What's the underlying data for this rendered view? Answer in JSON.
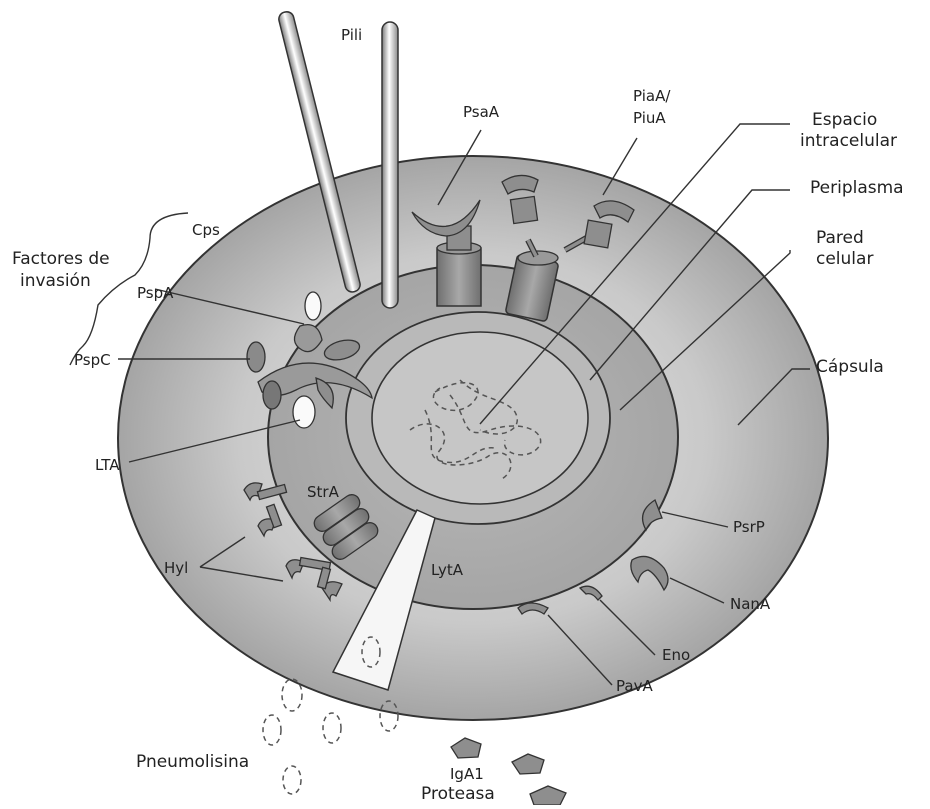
{
  "labels": {
    "pili": "Pili",
    "psaa": "PsaA",
    "piaa_line1": "PiaA/",
    "piaa_line2": "PiuA",
    "espacio_line1": "Espacio",
    "espacio_line2": "intracelular",
    "periplasma": "Periplasma",
    "pared_line1": "Pared",
    "pared_line2": "celular",
    "capsula": "Cápsula",
    "factores_line1": "Factores de",
    "factores_line2": "invasión",
    "cps": "Cps",
    "pspa": "PspA",
    "pspc": "PspC",
    "lta": "LTA",
    "stra": "StrA",
    "hyl": "Hyl",
    "lyta": "LytA",
    "psrp": "PsrP",
    "nana": "NanA",
    "eno": "Eno",
    "pava": "PavA",
    "pneumolisina": "Pneumolisina",
    "iga1_line1": "IgA1",
    "iga1_line2": "Proteasa"
  },
  "colors": {
    "capsule_outer": "#9a9a9a",
    "capsule_inner": "#dcdcdc",
    "wall": "#a6a6a6",
    "periplasm": "#b5b5b5",
    "cytoplasm": "#c4c4c4",
    "protein": "#8e8e8e",
    "outline": "#333333"
  }
}
